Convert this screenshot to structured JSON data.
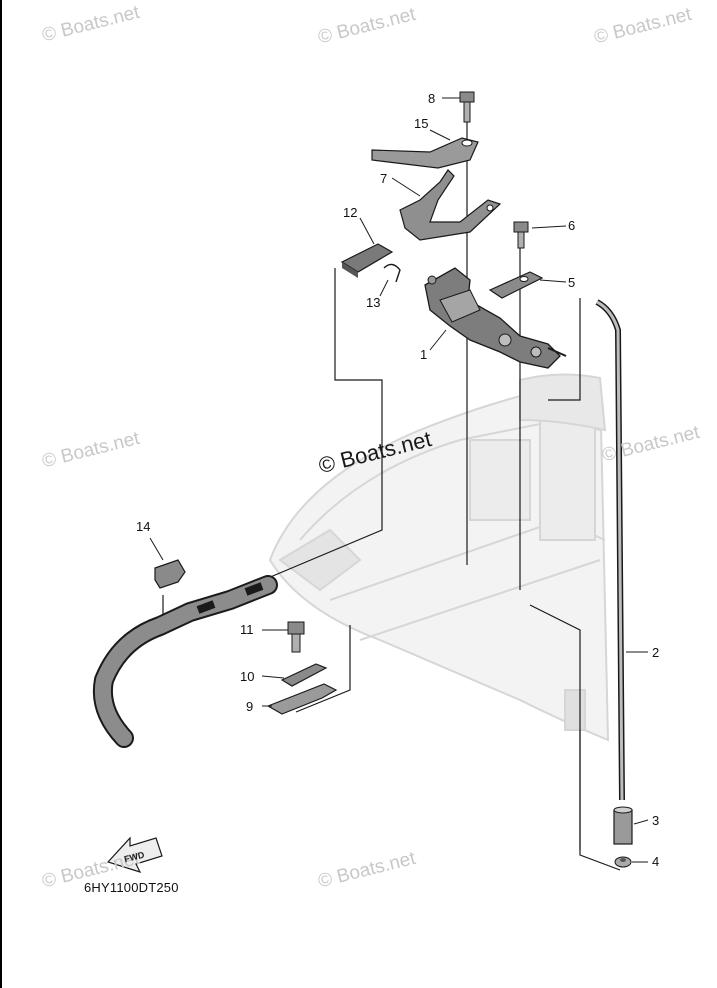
{
  "watermarks": [
    "© Boats.net",
    "© Boats.net",
    "© Boats.net",
    "© Boats.net",
    "© Boats.net",
    "© Boats.net",
    "© Boats.net"
  ],
  "center_watermark": "© Boats.net",
  "fwd_label": "FWD",
  "diagram_code": "6HY1100DT250",
  "callouts": [
    "8",
    "15",
    "7",
    "12",
    "6",
    "5",
    "13",
    "1",
    "14",
    "11",
    "10",
    "9",
    "2",
    "3",
    "4"
  ],
  "colors": {
    "line": "#1a1a1a",
    "part_fill": "#8a8a8a",
    "ghost": "#d9d9d9",
    "watermark": "#c8c8c8"
  }
}
